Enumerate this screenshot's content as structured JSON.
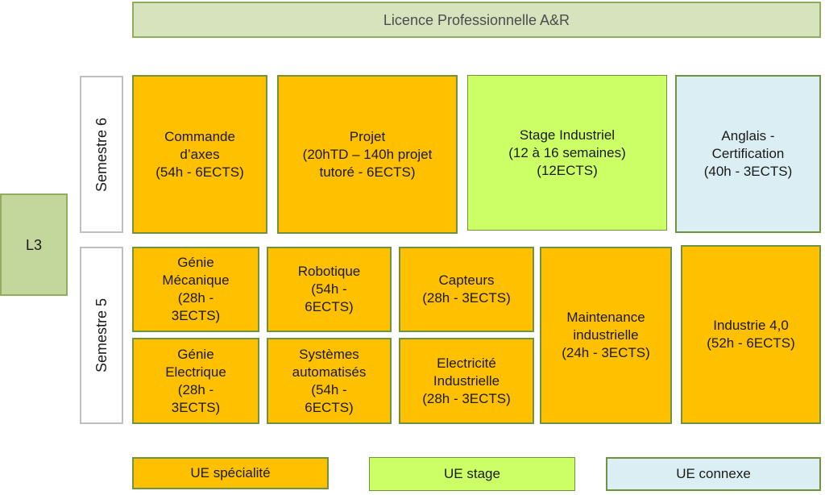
{
  "title": "Licence Professionnelle A&R",
  "level": "L3",
  "semester6": {
    "label": "Semestre 6",
    "units": [
      {
        "text": "Commande\nd’axes\n(54h - 6ECTS)",
        "kind": "spec"
      },
      {
        "text": "Projet\n(20hTD – 140h projet\ntutoré -  6ECTS)",
        "kind": "spec"
      },
      {
        "text": "Stage Industriel\n(12 à 16 semaines)\n(12ECTS)",
        "kind": "stage"
      },
      {
        "text": "Anglais -\nCertification\n(40h - 3ECTS)",
        "kind": "connexe"
      }
    ]
  },
  "semester5": {
    "label": "Semestre 5",
    "units": [
      {
        "text": "Génie\nMécanique\n(28h -\n3ECTS)",
        "kind": "spec"
      },
      {
        "text": "Robotique\n(54h -\n6ECTS)",
        "kind": "spec"
      },
      {
        "text": "Capteurs\n(28h - 3ECTS)",
        "kind": "spec"
      },
      {
        "text": "Génie\nElectrique\n(28h -\n3ECTS)",
        "kind": "spec"
      },
      {
        "text": "Systèmes\nautomatisés\n(54h -\n6ECTS)",
        "kind": "spec"
      },
      {
        "text": "Electricité\nIndustrielle\n(28h - 3ECTS)",
        "kind": "spec"
      },
      {
        "text": "Maintenance\nindustrielle\n(24h - 3ECTS)",
        "kind": "spec"
      },
      {
        "text": "Industrie 4,0\n(52h - 6ECTS)",
        "kind": "spec"
      }
    ]
  },
  "legend": {
    "specialite": "UE spécialité",
    "stage": "UE stage",
    "connexe": "UE connexe"
  },
  "colors": {
    "specialite": "#ffc000",
    "stage": "#ccff66",
    "connexe": "#daeef3",
    "border": "#70933f"
  }
}
